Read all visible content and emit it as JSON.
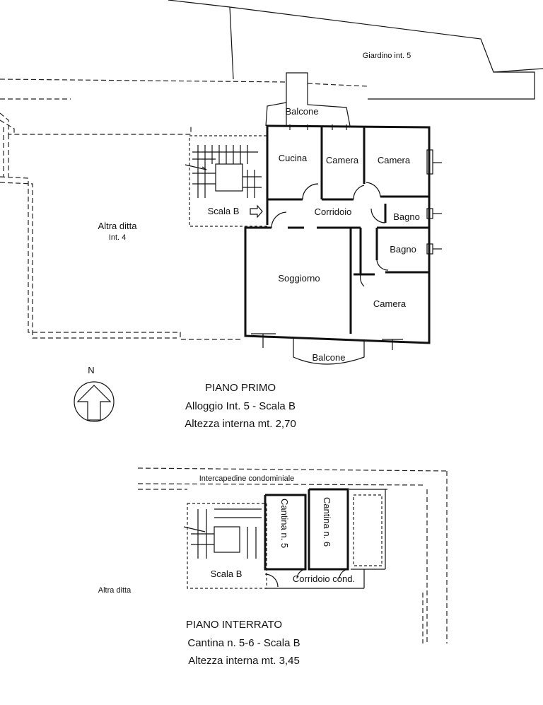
{
  "garden": "Giardino int. 5",
  "first_floor": {
    "rooms": {
      "balcone_top": "Balcone",
      "cucina": "Cucina",
      "camera_1": "Camera",
      "camera_2": "Camera",
      "corridoio": "Corridoio",
      "bagno_1": "Bagno",
      "bagno_2": "Bagno",
      "soggiorno": "Soggiorno",
      "camera_3": "Camera",
      "balcone_bottom": "Balcone",
      "scala": "Scala B"
    },
    "neighbor_line1": "Altra ditta",
    "neighbor_line2": "Int. 4",
    "caption_title": "PIANO PRIMO",
    "caption_line2": "Alloggio Int. 5 - Scala B",
    "caption_line3": "Altezza interna mt. 2,70"
  },
  "north_label": "N",
  "basement": {
    "intercapedine": "Intercapedine condominiale",
    "cantina_5": "Cantina n. 5",
    "cantina_6": "Cantina n. 6",
    "scala": "Scala B",
    "corridoio": "Corridoio cond.",
    "neighbor": "Altra ditta",
    "caption_title": "PIANO INTERRATO",
    "caption_line2": "Cantina n. 5-6 - Scala B",
    "caption_line3": "Altezza interna mt. 3,45"
  }
}
